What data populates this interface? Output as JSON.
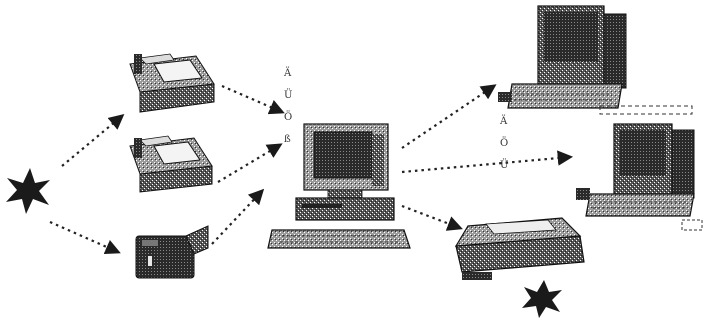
{
  "diagram": {
    "annotations": {
      "input_to_pc": [
        "Ä",
        "Ü",
        "Ö",
        "ß"
      ],
      "pc_to_outputs": [
        "Ä",
        "Ö",
        "Ü"
      ]
    },
    "colors": {
      "ink": "#1a1a1a",
      "dither": "#4a4a4a",
      "paper": "#ffffff"
    },
    "nodes": [
      {
        "id": "source-star-left",
        "icon": "star-icon"
      },
      {
        "id": "scanner-top",
        "icon": "scanner-icon"
      },
      {
        "id": "scanner-middle",
        "icon": "scanner-icon"
      },
      {
        "id": "camera",
        "icon": "camera-icon"
      },
      {
        "id": "central-computer",
        "icon": "computer-icon"
      },
      {
        "id": "terminal-top-right",
        "icon": "computer-icon"
      },
      {
        "id": "terminal-right",
        "icon": "computer-icon"
      },
      {
        "id": "printer",
        "icon": "printer-icon"
      },
      {
        "id": "printer-star",
        "icon": "star-icon"
      }
    ],
    "edges": [
      {
        "from": "source-star-left",
        "to": "scanner-top"
      },
      {
        "from": "source-star-left",
        "to": "camera"
      },
      {
        "from": "scanner-top",
        "to": "central-computer"
      },
      {
        "from": "scanner-middle",
        "to": "central-computer"
      },
      {
        "from": "camera",
        "to": "central-computer"
      },
      {
        "from": "central-computer",
        "to": "terminal-top-right"
      },
      {
        "from": "central-computer",
        "to": "terminal-right"
      },
      {
        "from": "central-computer",
        "to": "printer"
      }
    ]
  }
}
